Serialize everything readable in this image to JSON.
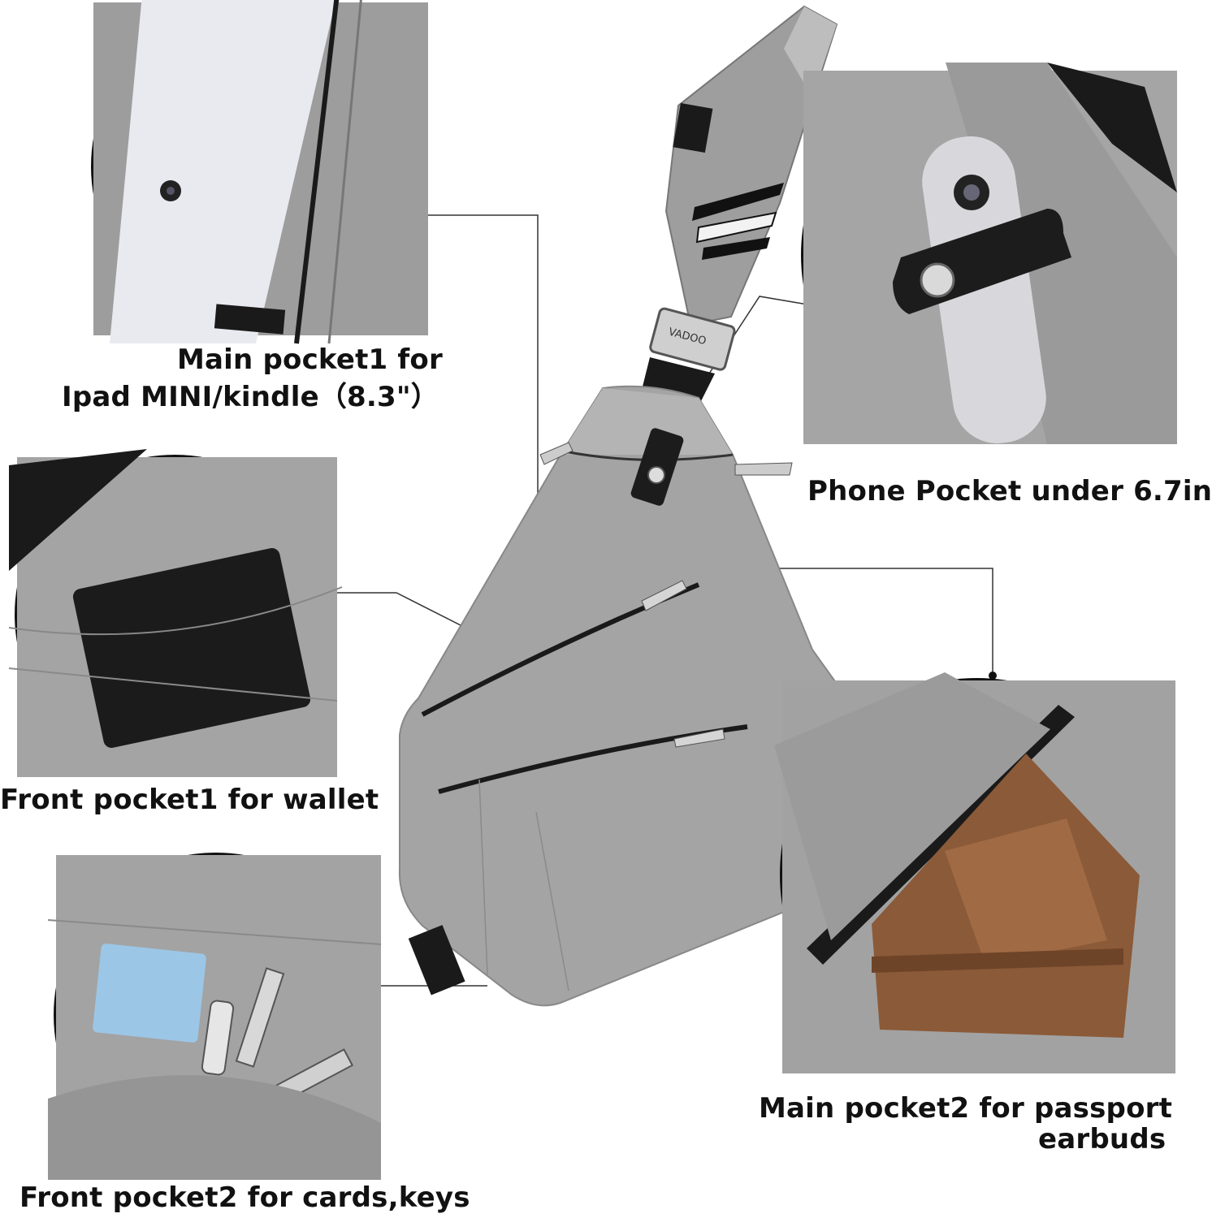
{
  "labels": {
    "main_pocket1_line1": "Main pocket1 for",
    "main_pocket1_line2": "Ipad MINI/kindle（8.3\"）",
    "phone_pocket": "Phone Pocket under 6.7in",
    "front_pocket1": "Front pocket1 for wallet",
    "main_pocket2_line1": "Main pocket2 for passport",
    "main_pocket2_line2": "earbuds",
    "front_pocket2": "Front pocket2 for cards,keys"
  },
  "brand_text": "VADOO",
  "colors": {
    "fabric": "#a3a3a3",
    "fabric_dark": "#8b8b8b",
    "leather_black": "#1a1a1a",
    "wallet_brown": "#8a5a3a",
    "card_blue": "#9cc6e6",
    "outline": "#111111"
  }
}
